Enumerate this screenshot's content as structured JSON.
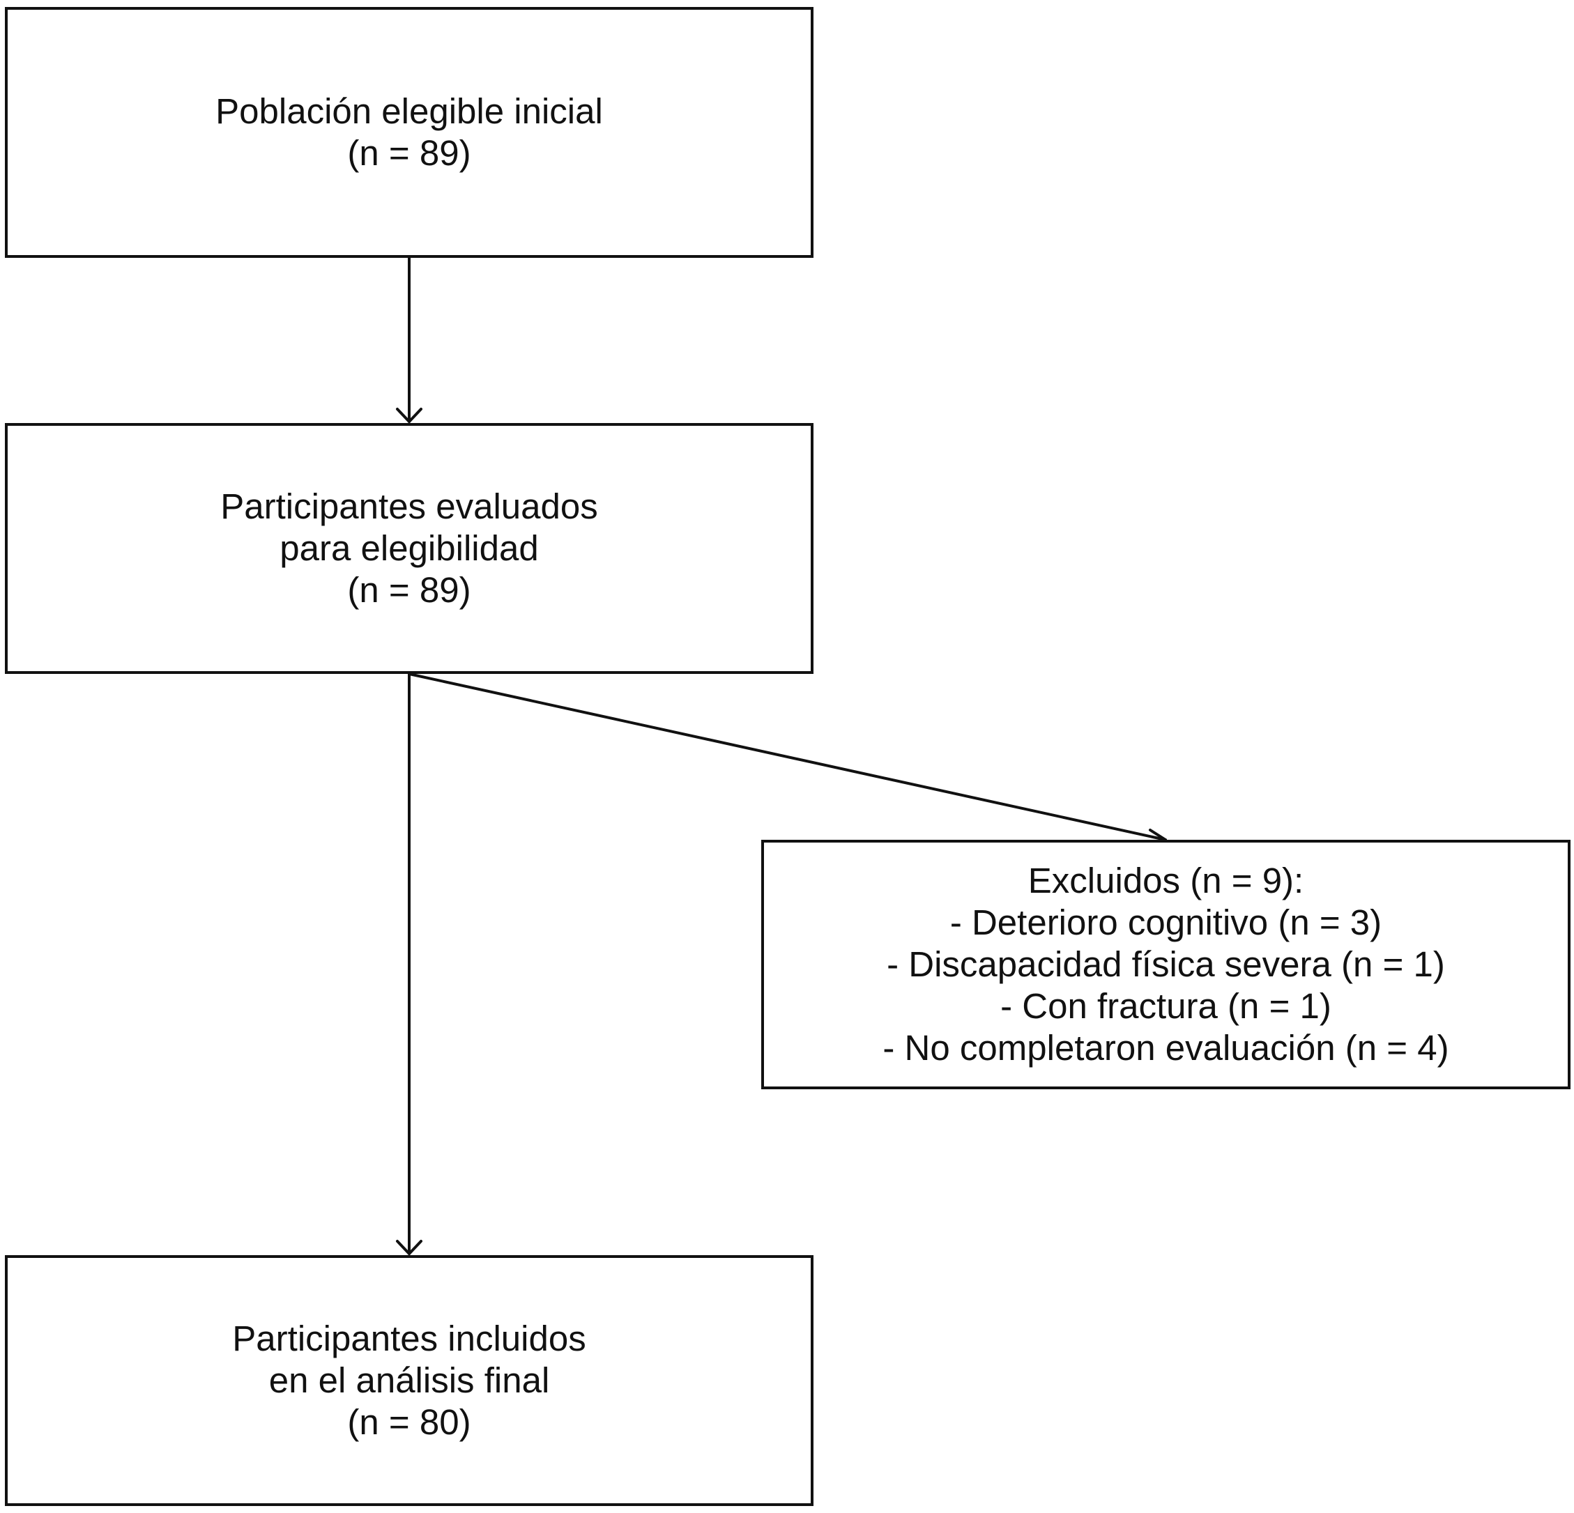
{
  "nodes": {
    "initial": {
      "lines": [
        "Población elegible inicial",
        "(n = 89)"
      ]
    },
    "assessed": {
      "lines": [
        "Participantes evaluados",
        "para elegibilidad",
        "(n = 89)"
      ]
    },
    "excluded": {
      "lines": [
        "Excluidos (n = 9):",
        "- Deterioro cognitivo (n = 3)",
        "- Discapacidad física severa (n = 1)",
        "- Con fractura (n = 1)",
        "- No completaron evaluación (n = 4)"
      ]
    },
    "included": {
      "lines": [
        "Participantes incluidos",
        "en el análisis final",
        "(n = 80)"
      ]
    }
  },
  "edges": [
    {
      "from": "initial",
      "to": "assessed"
    },
    {
      "from": "assessed",
      "to": "excluded"
    },
    {
      "from": "assessed",
      "to": "included"
    }
  ],
  "colors": {
    "stroke": "#111111",
    "background": "#ffffff"
  }
}
